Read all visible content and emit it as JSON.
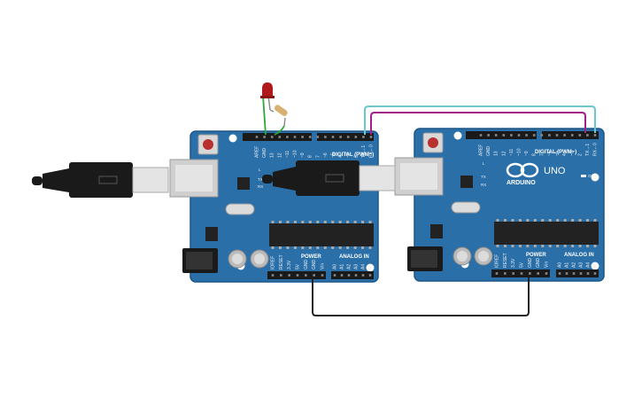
{
  "boards": [
    {
      "name": "arduino-uno-left",
      "digital_label": "DIGITAL (PWM~)",
      "power_label": "POWER",
      "analog_label": "ANALOG IN",
      "top_pins": [
        "AREF",
        "GND",
        "13",
        "12",
        "~11",
        "~10",
        "~9",
        "8",
        "7",
        "~6",
        "~5",
        "4",
        "~3",
        "2",
        "TX→1",
        "RX←0"
      ],
      "power_pins": [
        "IOREF",
        "RESET",
        "3.3V",
        "5V",
        "GND",
        "GND",
        "Vin"
      ],
      "analog_pins": [
        "A0",
        "A1",
        "A2",
        "A3",
        "A4",
        "A5"
      ],
      "led_labels": [
        "L",
        "TX",
        "RX"
      ]
    },
    {
      "name": "arduino-uno-right",
      "digital_label": "DIGITAL (PWM~)",
      "power_label": "POWER",
      "analog_label": "ANALOG IN",
      "brand": "ARDUINO",
      "model": "UNO",
      "on_label": "ON",
      "top_pins": [
        "AREF",
        "GND",
        "13",
        "12",
        "~11",
        "~10",
        "~9",
        "8",
        "7",
        "~6",
        "~5",
        "4",
        "~3",
        "2",
        "TX→1",
        "RX←0"
      ],
      "power_pins": [
        "IOREF",
        "RESET",
        "3.3V",
        "5V",
        "GND",
        "GND",
        "Vin"
      ],
      "analog_pins": [
        "A0",
        "A1",
        "A2",
        "A3",
        "A4",
        "A5"
      ],
      "led_labels": [
        "L",
        "TX",
        "RX"
      ]
    }
  ],
  "colors": {
    "board": "#2a6fa8",
    "board_edge": "#1d5788",
    "header": "#1a1a1a",
    "chip": "#222222",
    "wire_cyan": "#6cc7cf",
    "wire_magenta": "#a3208a",
    "wire_black": "#222222",
    "wire_green": "#2ea83a",
    "led": "#b0181a",
    "resistor": "#d8b070",
    "usb_cable": "#1a1a1a",
    "usb_plug": "#e4e4e4"
  }
}
